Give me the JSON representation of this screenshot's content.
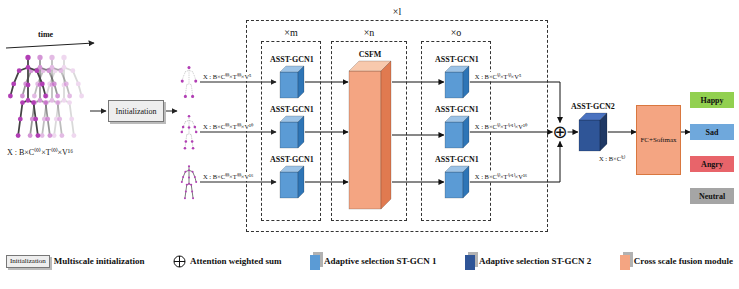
{
  "diagram": {
    "nodes": [
      {
        "text": [
          "Initialization"
        ]
      },
      {
        "text": [
          "×l"
        ]
      },
      {
        "text": [
          "×m"
        ],
        "in": 1
      },
      {
        "text": [
          "ASST-GCN1"
        ],
        "in": 2
      },
      {
        "text": [
          "ASST-GCN1"
        ],
        "in": 2
      },
      {
        "text": [
          "ASST-GCN1"
        ],
        "in": 2
      },
      {
        "text": [
          "×n"
        ],
        "in": 1
      },
      {
        "text": [
          "CSFM"
        ],
        "in": 6
      },
      {
        "text": [
          "×o"
        ],
        "in": 1
      },
      {
        "text": [
          "ASST-GCN1"
        ],
        "in": 8
      },
      {
        "text": [
          "ASST-GCN1"
        ],
        "in": 8
      },
      {
        "text": [
          "ASST-GCN1"
        ],
        "in": 8
      },
      {
        "text": [
          "⊕"
        ]
      },
      {
        "text": [
          "ASST-GCN2"
        ]
      },
      {
        "text": [
          "FC+Softmax"
        ]
      },
      {
        "text": [
          "Happy"
        ]
      },
      {
        "text": [
          "Sad"
        ]
      },
      {
        "text": [
          "Angry"
        ]
      },
      {
        "text": [
          "Neutral"
        ]
      }
    ],
    "edges": [
      {
        "from": 3,
        "to": 7,
        "arrow": "to"
      },
      {
        "from": 4,
        "to": 7,
        "arrow": "to"
      },
      {
        "from": 5,
        "to": 7,
        "arrow": "to"
      },
      {
        "from": 7,
        "to": 9,
        "arrow": "to"
      },
      {
        "from": 7,
        "to": 10,
        "arrow": "to"
      },
      {
        "from": 7,
        "to": 11,
        "arrow": "to"
      },
      {
        "from": 9,
        "to": 12,
        "label": "X : B×C⁽ⁱ⁾×T⁽ⁱ⁾×V⁵",
        "arrow": "to"
      },
      {
        "from": 10,
        "to": 12,
        "label": "X : B×C⁽ⁱ⁾×T⁽ⁱ⁺¹⁾×V¹⁰",
        "arrow": "to"
      },
      {
        "from": 11,
        "to": 12,
        "label": "X : B×C⁽ⁱ⁾×T⁽ⁱ⁺¹⁾×V¹⁶",
        "arrow": "to"
      },
      {
        "from": 12,
        "to": 13,
        "arrow": "to"
      },
      {
        "from": 13,
        "to": 14,
        "arrow": "to"
      },
      {
        "from": 14,
        "to": 16,
        "arrow": "to"
      }
    ],
    "labels": [
      "time",
      "X : B×C⁽⁰⁾×T⁽⁰⁾×V¹⁶",
      "X : B×C⁽⁰⁾×T⁽⁰⁾×V⁵",
      "X : B×C⁽⁰⁾×T⁽⁰⁾×V¹⁰",
      "X : B×C⁽⁰⁾×T⁽⁰⁾×V¹⁶",
      "X : B×C⁽ᴸ⁾",
      "Initialization"
    ],
    "legend": [
      {
        "text": "Multiscale initialization"
      },
      {
        "text": "Attention weighted sum"
      },
      {
        "text": "Adaptive selection ST-GCN 1",
        "color": "#5b9bd5"
      },
      {
        "text": "Adaptive selection ST-GCN 2",
        "color": "#2f5597"
      },
      {
        "text": "Cross scale fusion module",
        "color": "#f4a582"
      }
    ]
  }
}
